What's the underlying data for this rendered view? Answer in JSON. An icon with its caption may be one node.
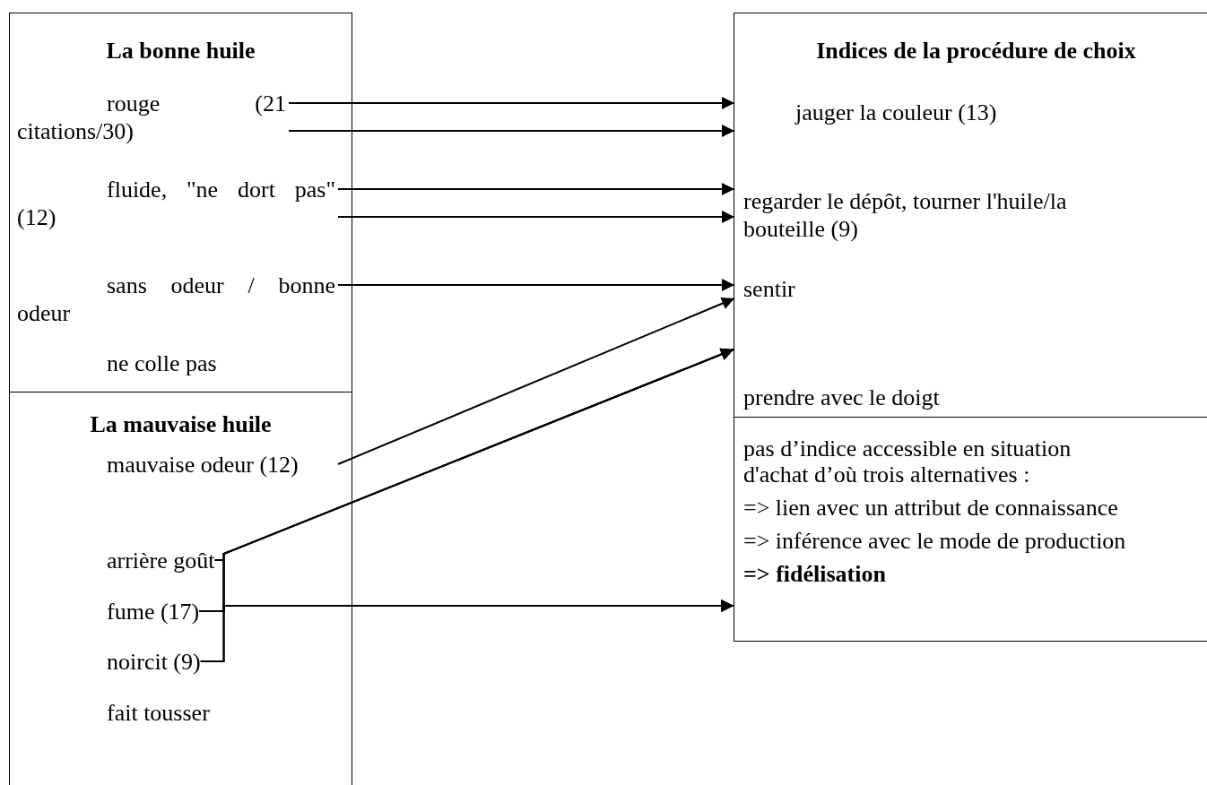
{
  "diagram": {
    "nodes": [
      {
        "text": [
          "La bonne huile"
        ]
      },
      {
        "text": [
          "rouge (21 citations/30)"
        ],
        "in": 0
      },
      {
        "text": [
          "fluide, \"ne dort pas\" (12)"
        ],
        "in": 0
      },
      {
        "text": [
          "sans odeur / bonne odeur"
        ],
        "in": 0
      },
      {
        "text": [
          "ne colle pas"
        ],
        "in": 0
      },
      {
        "text": [
          "La mauvaise huile"
        ]
      },
      {
        "text": [
          "mauvaise odeur (12)"
        ],
        "in": 5
      },
      {
        "text": [
          "arrière goût"
        ],
        "in": 5
      },
      {
        "text": [
          "fume (17)"
        ],
        "in": 5
      },
      {
        "text": [
          "noircit (9)"
        ],
        "in": 5
      },
      {
        "text": [
          "fait tousser"
        ],
        "in": 5
      },
      {
        "text": [
          "Indices de la procédure de choix"
        ]
      },
      {
        "text": [
          "jauger la couleur (13)"
        ],
        "in": 11
      },
      {
        "text": [
          "regarder le dépôt, tourner l'huile/la bouteille (9)"
        ],
        "in": 11
      },
      {
        "text": [
          "sentir"
        ],
        "in": 11
      },
      {
        "text": [
          "prendre avec le doigt"
        ],
        "in": 11
      },
      {
        "text": [
          "pas d’indice accessible en situation d'achat d’où trois alternatives :",
          "=> lien avec un attribut de connaissance",
          "=> inférence avec le mode de production",
          "=> fidélisation"
        ]
      }
    ],
    "edges": [
      {
        "from": 1,
        "to": 12,
        "arrow": "to"
      },
      {
        "from": 1,
        "to": 12,
        "arrow": "to"
      },
      {
        "from": 2,
        "to": 13,
        "arrow": "to"
      },
      {
        "from": 2,
        "to": 13,
        "arrow": "to"
      },
      {
        "from": 3,
        "to": 14,
        "arrow": "to"
      },
      {
        "from": 6,
        "to": 14,
        "arrow": "to"
      },
      {
        "from": 7,
        "to": 11,
        "arrow": "to"
      },
      {
        "from": 8,
        "to": 11,
        "arrow": "to"
      },
      {
        "from": 9,
        "to": 11,
        "arrow": "to"
      },
      {
        "from": 7,
        "to": 16,
        "arrow": "to"
      },
      {
        "from": 8,
        "to": 16,
        "arrow": "to"
      },
      {
        "from": 9,
        "to": 16,
        "arrow": "to"
      }
    ]
  }
}
